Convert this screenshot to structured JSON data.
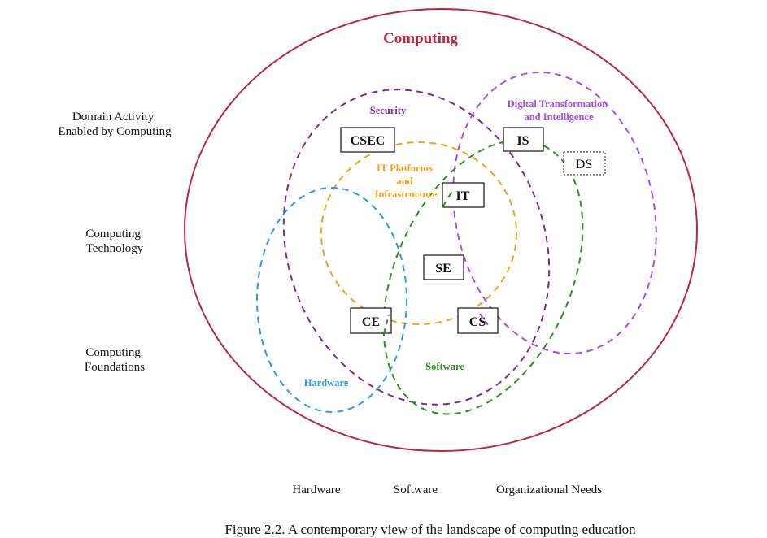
{
  "title": "Computing",
  "side_labels": {
    "domain": [
      "Domain Activity",
      "Enabled by Computing"
    ],
    "technology": [
      "Computing",
      "Technology"
    ],
    "foundations": [
      "Computing",
      "Foundations"
    ]
  },
  "axis_labels": {
    "hardware": "Hardware",
    "software": "Software",
    "organizational": "Organizational Needs"
  },
  "regions": {
    "security": "Security",
    "digital": [
      "Digital Transformation",
      "and Intelligence"
    ],
    "it_platforms": [
      "IT Platforms",
      "and",
      "Infrastructure"
    ],
    "hardware": "Hardware",
    "software": "Software"
  },
  "disciplines": {
    "csec": "CSEC",
    "is": "IS",
    "ds": "DS",
    "it": "IT",
    "se": "SE",
    "ce": "CE",
    "cs": "CS"
  },
  "caption": "Figure 2.2. A contemporary view of the landscape of computing education",
  "colors": {
    "outer": "#b8283e",
    "security": "#7b2d8e",
    "digital": "#a64fe8",
    "it_platforms": "#f4a01a",
    "hardware": "#2c9ae6",
    "software": "#2f8f1f"
  }
}
